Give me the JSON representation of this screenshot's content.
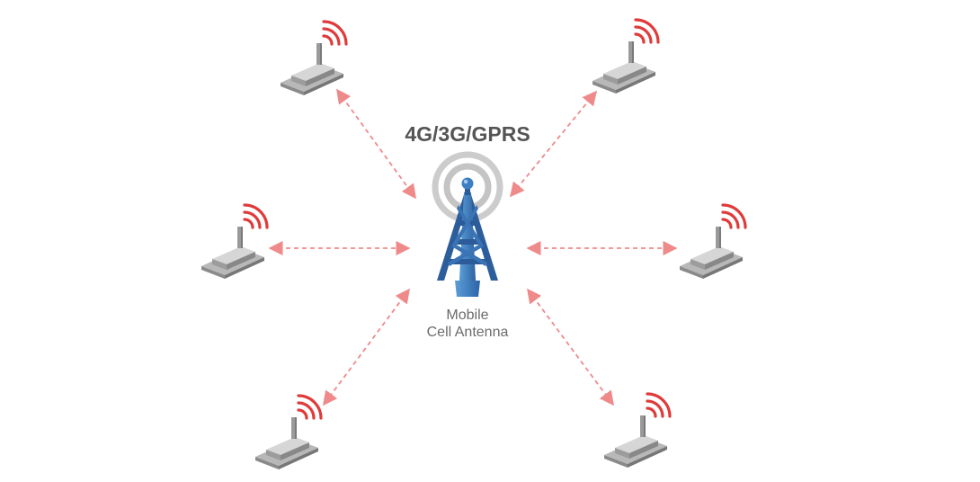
{
  "network_label": "4G/3G/GPRS",
  "antenna_label": {
    "line1": "Mobile",
    "line2": "Cell Antenna"
  },
  "colors": {
    "link_arrow": "#ef8a8a",
    "signal_waves": "#e03a3a",
    "tower_blue": "#3f7fbf",
    "tower_dark_blue": "#1f4f8a",
    "rings_gray": "#c8c8c8",
    "device_gray": "#9a9a9a",
    "label_dark": "#555555",
    "label_gray": "#6b6b6b"
  },
  "devices": [
    {
      "id": "top-left"
    },
    {
      "id": "top-right"
    },
    {
      "id": "middle-left"
    },
    {
      "id": "middle-right"
    },
    {
      "id": "bottom-left"
    },
    {
      "id": "bottom-right"
    }
  ]
}
